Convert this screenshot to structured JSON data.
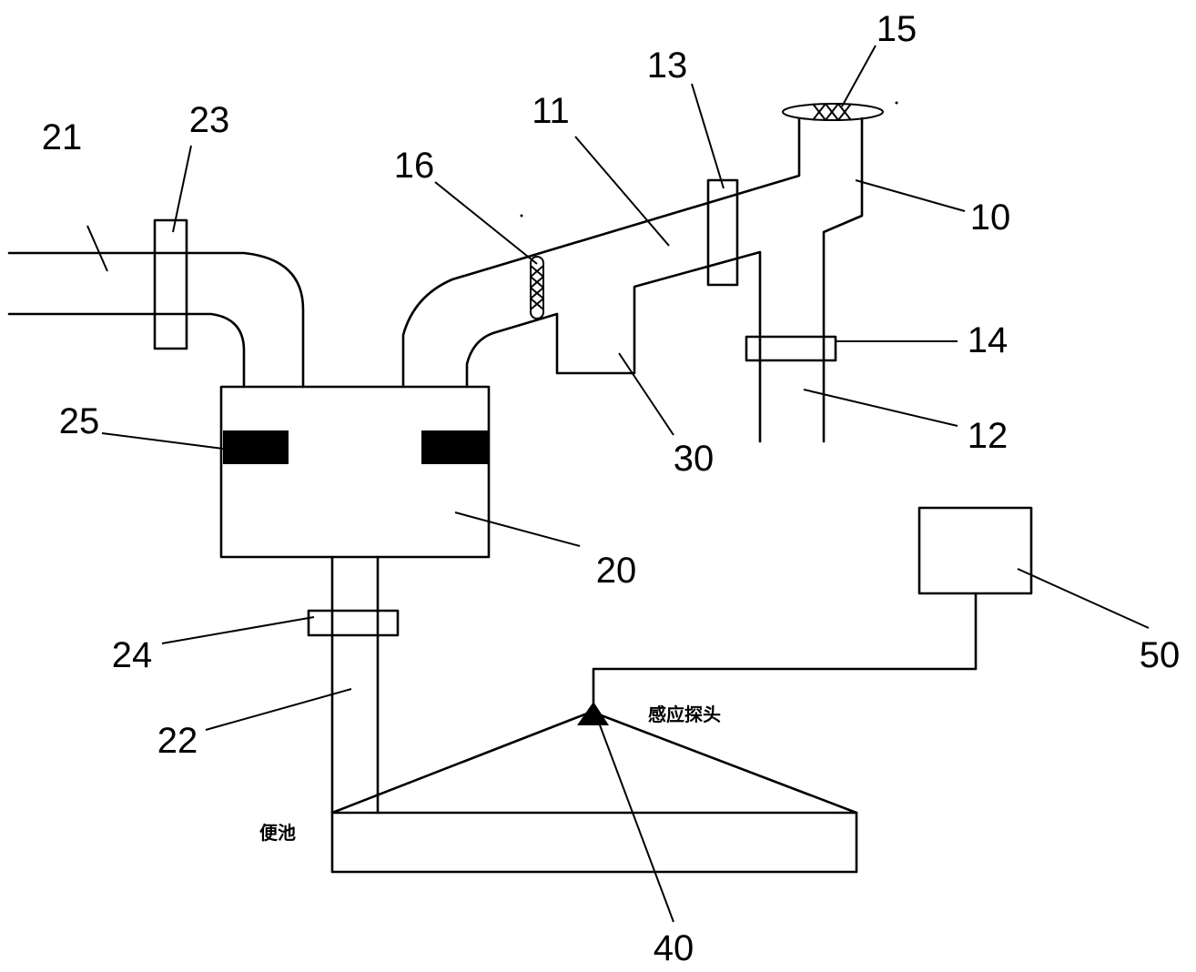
{
  "labels": {
    "10": "10",
    "11": "11",
    "12": "12",
    "13": "13",
    "14": "14",
    "15": "15",
    "16": "16",
    "20": "20",
    "21": "21",
    "22": "22",
    "23": "23",
    "24": "24",
    "25": "25",
    "30": "30",
    "40": "40",
    "50": "50"
  },
  "annotations": {
    "bowl": "便池",
    "probe": "感应探头"
  }
}
